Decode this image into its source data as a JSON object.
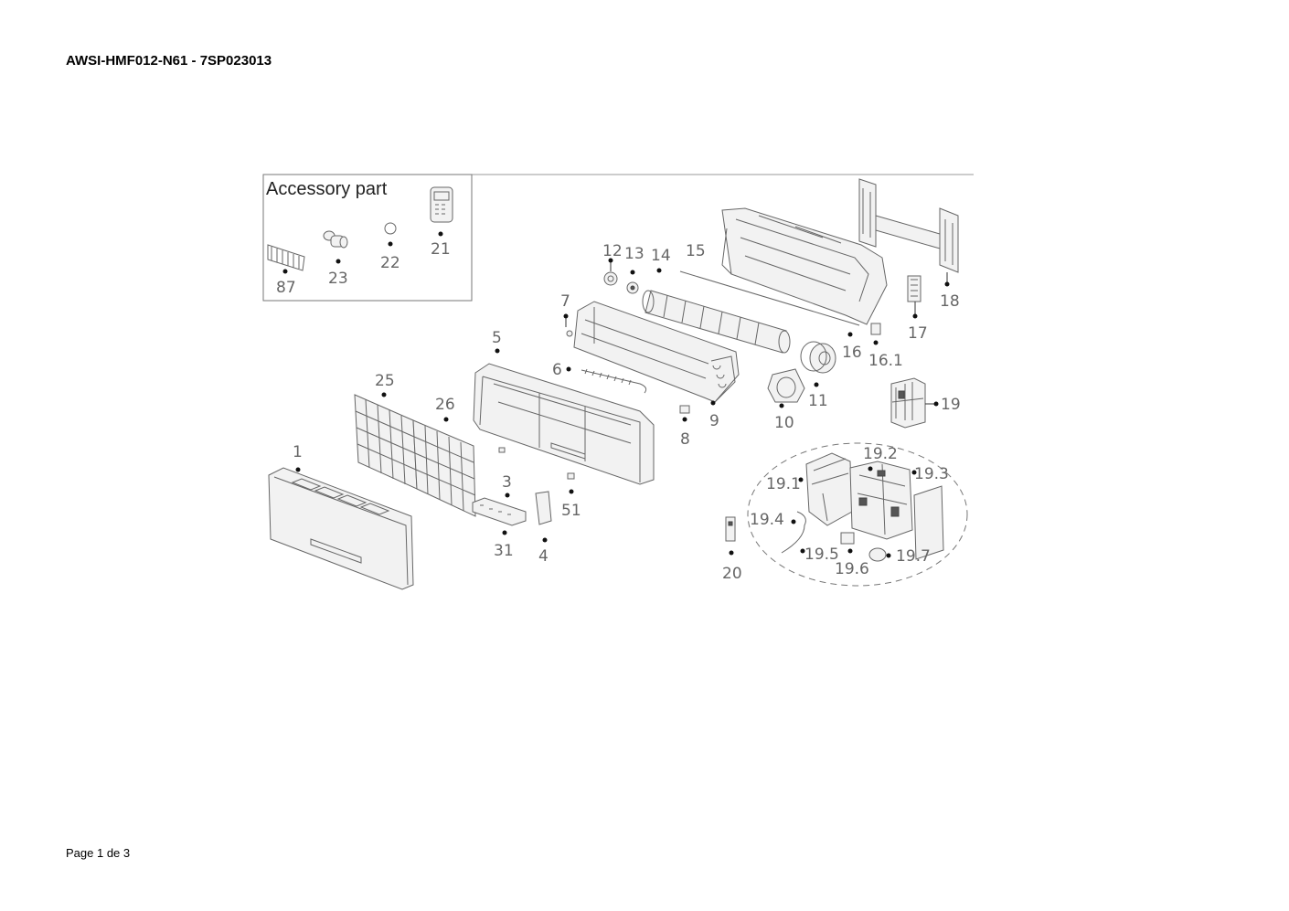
{
  "document": {
    "title": "AWSI-HMF012-N61 - 7SP023013",
    "footer": "Page 1 de 3"
  },
  "accessory_box": {
    "heading": "Accessory part"
  },
  "callouts": {
    "c1": "1",
    "c3": "3",
    "c4": "4",
    "c5": "5",
    "c6": "6",
    "c7": "7",
    "c8": "8",
    "c9": "9",
    "c10": "10",
    "c11": "11",
    "c12": "12",
    "c13": "13",
    "c14": "14",
    "c15": "15",
    "c16": "16",
    "c16_1": "16.1",
    "c17": "17",
    "c18": "18",
    "c19": "19",
    "c19_1": "19.1",
    "c19_2": "19.2",
    "c19_3": "19.3",
    "c19_4": "19.4",
    "c19_5": "19.5",
    "c19_6": "19.6",
    "c19_7": "19.7",
    "c20": "20",
    "c21": "21",
    "c22": "22",
    "c23": "23",
    "c25": "25",
    "c26": "26",
    "c31": "31",
    "c51": "51",
    "c87": "87"
  }
}
